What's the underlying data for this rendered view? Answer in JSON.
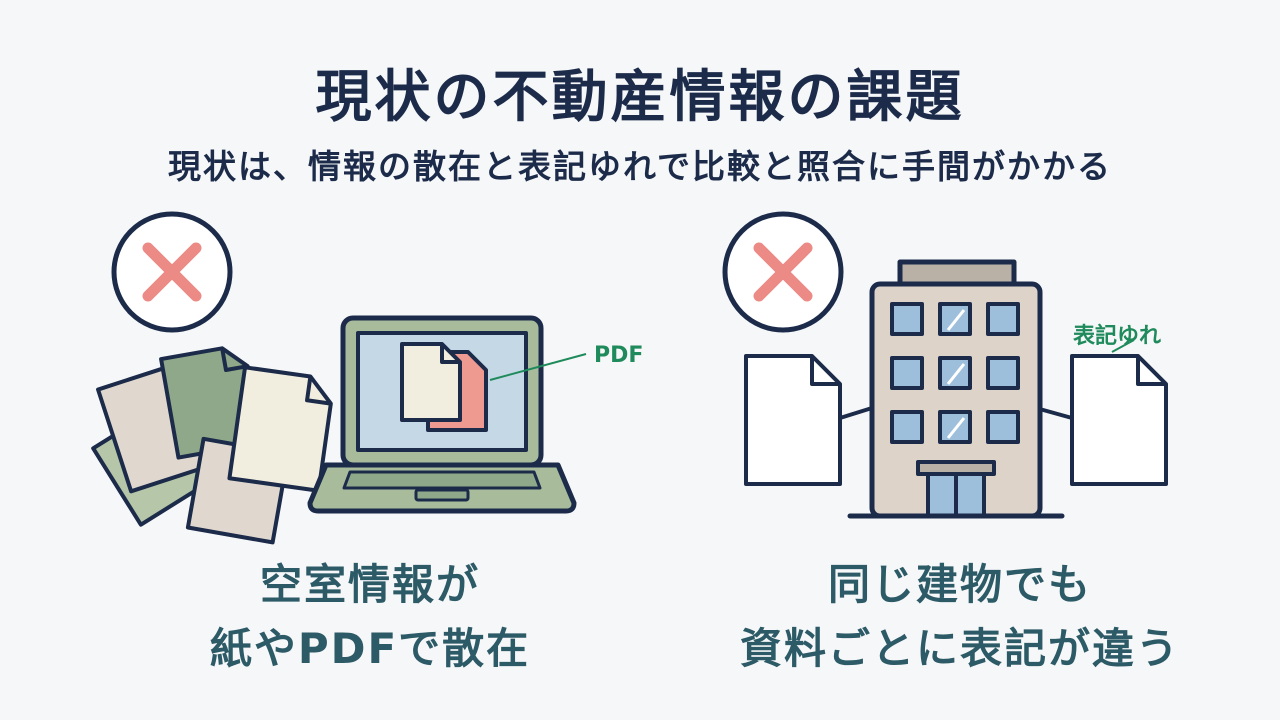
{
  "title": "現状の不動産情報の課題",
  "subtitle": "現状は、情報の散在と表記ゆれで比較と照合に手間がかかる",
  "left_panel": {
    "label_pdf": "PDF",
    "caption_line1": "空室情報が",
    "caption_line2": "紙やPDFで散在",
    "icon": "x-mark-icon"
  },
  "right_panel": {
    "label_variation": "表記ゆれ",
    "caption_line1": "同じ建物でも",
    "caption_line2": "資料ごとに表記が違う",
    "icon": "x-mark-icon"
  },
  "colors": {
    "navy": "#1c2b4a",
    "caption": "#2c5a66",
    "x_mark": "#ec8a86",
    "label_green": "#1f8a5b",
    "laptop_body": "#a8bc9c",
    "screen": "#c5d8e6",
    "building": "#ddd3c8"
  }
}
